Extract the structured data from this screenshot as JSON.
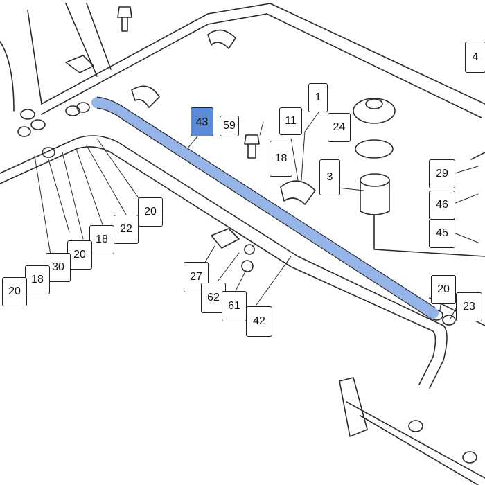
{
  "colors": {
    "line": "#2a2a2a",
    "highlight": "#8fb1e8",
    "selected_fill": "#5b8ad6"
  },
  "selected_part": "43",
  "callouts": {
    "c43": "43",
    "c59": "59",
    "c11": "11",
    "c1": "1",
    "c24": "24",
    "c18a": "18",
    "c3": "3",
    "c4": "4",
    "c29": "29",
    "c46": "46",
    "c45": "45",
    "c20a": "20",
    "c22": "22",
    "c18b": "18",
    "c20b": "20",
    "c30": "30",
    "c18c": "18",
    "c20c": "20",
    "c27": "27",
    "c62": "62",
    "c61": "61",
    "c42": "42",
    "c20d": "20",
    "c23": "23"
  }
}
